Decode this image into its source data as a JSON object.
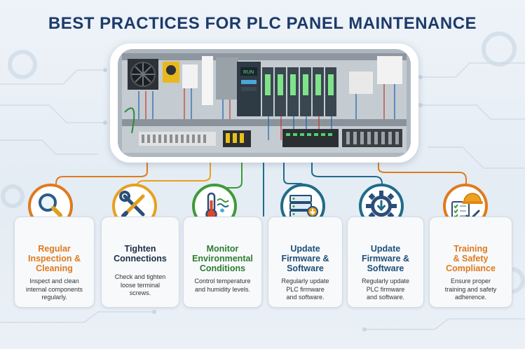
{
  "title": "BEST PRACTICES FOR PLC PANEL MAINTENANCE",
  "panel": {
    "run_label": "RUN"
  },
  "colors": {
    "title": "#1d3b6a",
    "orange": "#e07a1c",
    "teal": "#1f6c8a",
    "green": "#3e9a3a",
    "navy": "#2b4e7a"
  },
  "cards": [
    {
      "title": "Regular Inspection & Cleaning",
      "title_lines": [
        "Regular",
        "Inspection &",
        "Cleaning"
      ],
      "desc_lines": [
        "Inspect and clean",
        "internal components",
        "regularly."
      ],
      "icon": "magnifier-icon"
    },
    {
      "title": "Tighten Connections",
      "title_lines": [
        "Tighten",
        "Connections"
      ],
      "desc_lines": [
        "Check and tighten",
        "loose terminal",
        "screws."
      ],
      "icon": "wrench-screwdriver-icon"
    },
    {
      "title": "Monitor Environmental Conditions",
      "title_lines": [
        "Monitor",
        "Environmental",
        "Conditions"
      ],
      "desc_lines": [
        "Control temperature",
        "and humidity levels."
      ],
      "icon": "thermometer-icon"
    },
    {
      "title": "Update Firmware & Software",
      "title_lines": [
        "Update",
        "Firmware &",
        "Software"
      ],
      "desc_lines": [
        "Regularly update",
        "PLC firmware",
        "and software."
      ],
      "icon": "server-update-icon"
    },
    {
      "title": "Update Firmware & Software",
      "title_lines": [
        "Update",
        "Firmware &",
        "Software"
      ],
      "desc_lines": [
        "Regularly update",
        "PLC firmware",
        "and software."
      ],
      "icon": "gear-download-icon"
    },
    {
      "title": "Training & Safety Compliance",
      "title_lines": [
        "Training",
        "& Safety",
        "Compliance"
      ],
      "desc_lines": [
        "Ensure proper",
        "training and safety",
        "adherence."
      ],
      "icon": "hardhat-checklist-icon"
    }
  ]
}
